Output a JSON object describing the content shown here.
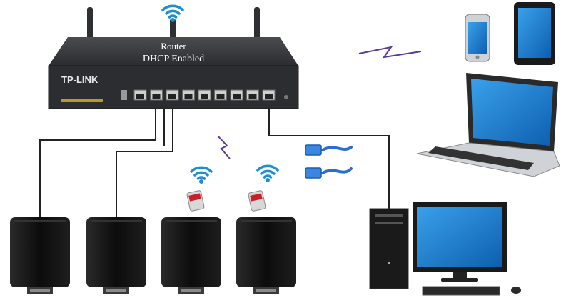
{
  "router": {
    "brand": "TP-LINK",
    "title": "Router",
    "subtitle": "DHCP Enabled"
  },
  "icons": {
    "router_wifi": "wifi-icon",
    "wireless_link": "lightning-bolt-icon",
    "usb_adapter": "usb-wifi-adapter-icon",
    "ethernet": "ethernet-cable-icon",
    "camera": "camera-icon",
    "phone": "smartphone-icon",
    "tablet": "tablet-icon",
    "laptop": "laptop-icon",
    "desktop": "desktop-computer-icon"
  },
  "colors": {
    "wifi": "#1a8fd8",
    "bolt": "#5a3a9a",
    "screen": "#1e7fd0",
    "cable": "#2a6fd0",
    "device_body": "#111111",
    "usb_red": "#c8202a"
  }
}
